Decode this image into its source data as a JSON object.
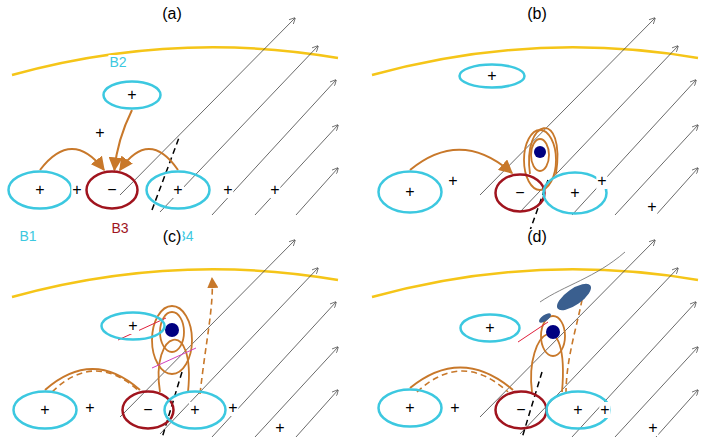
{
  "diagram": {
    "nodes": [
      {
        "text": [
          "+",
          "B2"
        ]
      },
      {
        "text": [
          "+",
          "B1"
        ]
      },
      {
        "text": [
          "−",
          "B3"
        ]
      },
      {
        "text": [
          "+",
          "B4"
        ]
      },
      {
        "text": [
          "+"
        ]
      },
      {
        "text": [
          "+"
        ]
      },
      {
        "text": [
          "−"
        ]
      },
      {
        "text": [
          "+"
        ]
      },
      {
        "text": [
          "+"
        ]
      },
      {
        "text": [
          "+"
        ]
      },
      {
        "text": [
          "−"
        ]
      },
      {
        "text": [
          "+"
        ]
      },
      {
        "text": [
          "+"
        ]
      },
      {
        "text": [
          "+"
        ]
      },
      {
        "text": [
          "−"
        ]
      },
      {
        "text": [
          "+"
        ]
      }
    ],
    "edges": [
      {
        "from": 1,
        "to": 2,
        "arrow": "to"
      },
      {
        "from": 0,
        "to": 2,
        "arrow": "to"
      },
      {
        "from": 3,
        "to": 2,
        "arrow": "to"
      },
      {
        "from": 5,
        "to": 6,
        "arrow": "to"
      },
      {
        "from": 9,
        "to": 10,
        "arrow": "none"
      },
      {
        "from": 13,
        "to": 14,
        "arrow": "none"
      }
    ],
    "labels": [
      "(a)",
      "+",
      "+",
      "+",
      "+",
      "(b)",
      "+",
      "+",
      "+",
      "(c)",
      "+",
      "+",
      "+",
      "(d)",
      "+",
      "+",
      "+"
    ]
  }
}
